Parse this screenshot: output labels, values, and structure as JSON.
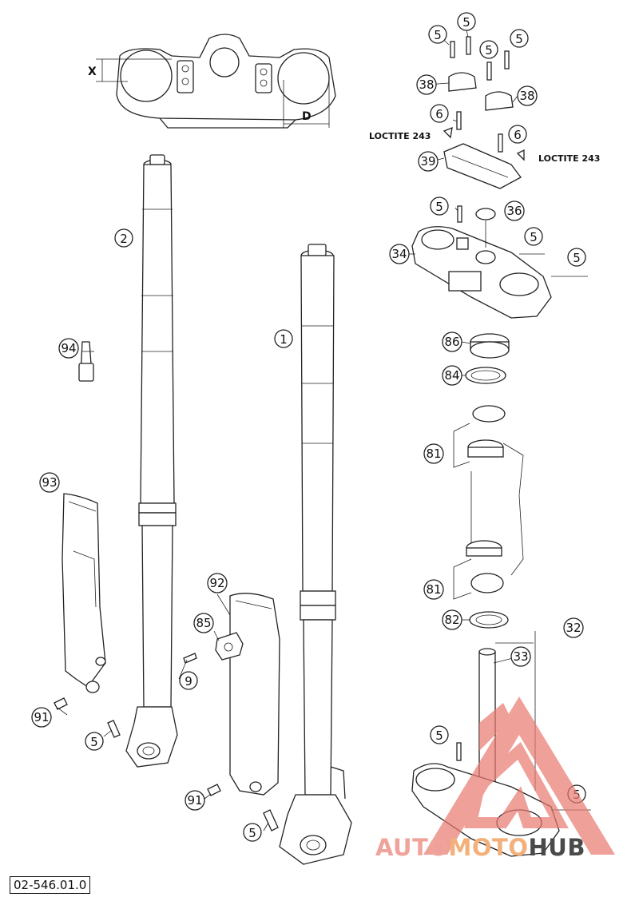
{
  "reference_number": "02-546.01.0",
  "dimension_labels": {
    "x": "X",
    "d": "D"
  },
  "loctite_labels": [
    "LOCTITE 243",
    "LOCTITE 243"
  ],
  "watermark": {
    "part1": "AUTO",
    "part2": "MOTO",
    "part3": "HUB",
    "colors": {
      "auto": "#f0a39a",
      "moto": "#f3b07a",
      "hub": "#4a4a4a",
      "logo": "#e7796f"
    }
  },
  "callouts": {
    "c1": "5",
    "c2": "5",
    "c3": "5",
    "c4": "5",
    "c5": "38",
    "c6": "38",
    "c7": "6",
    "c8": "6",
    "c9": "39",
    "c10": "5",
    "c11": "36",
    "c12": "5",
    "c13": "34",
    "c14": "5",
    "c15": "86",
    "c16": "84",
    "c17": "81",
    "c18": "81",
    "c19": "82",
    "c20": "32",
    "c21": "33",
    "c22": "5",
    "c23": "5",
    "c24": "2",
    "c25": "1",
    "c26": "94",
    "c27": "93",
    "c28": "92",
    "c29": "85",
    "c30": "9",
    "c31": "91",
    "c32": "91",
    "c33": "5",
    "c34": "5"
  }
}
